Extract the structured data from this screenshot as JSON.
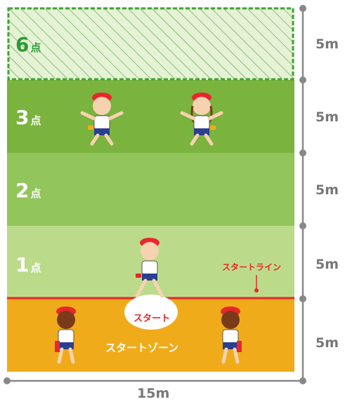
{
  "zones": [
    {
      "points": "6",
      "unit": "点",
      "color": "#e6f2d5",
      "hatched": true
    },
    {
      "points": "3",
      "unit": "点",
      "color": "#7ab33d",
      "hatched": false
    },
    {
      "points": "2",
      "unit": "点",
      "color": "#92c55b",
      "hatched": false
    },
    {
      "points": "1",
      "unit": "点",
      "color": "#bcdb8a",
      "hatched": false
    }
  ],
  "start_zone": {
    "label": "スタートゾーン",
    "color": "#f0ab1a"
  },
  "start_line": {
    "label": "スタートライン",
    "color": "#e8262b"
  },
  "start_marker": {
    "label": "スタート"
  },
  "dimensions": {
    "vertical": [
      "5m",
      "5m",
      "5m",
      "5m",
      "5m"
    ],
    "horizontal": "15m"
  },
  "colors": {
    "hatch_border": "#3fa535",
    "dim_line": "#888888"
  }
}
